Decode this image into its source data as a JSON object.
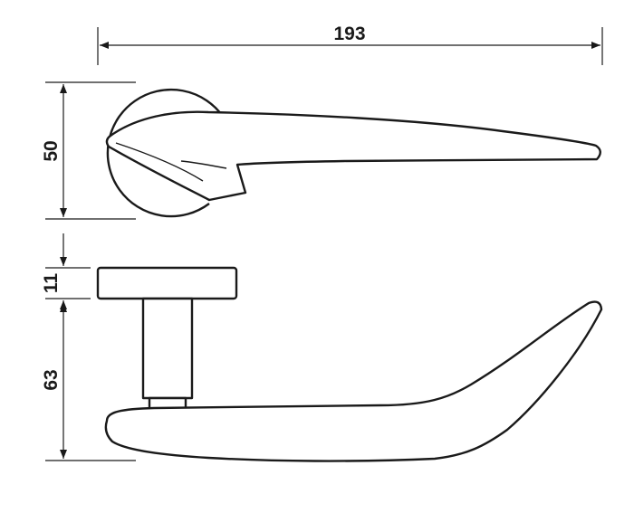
{
  "drawing": {
    "dimensions": {
      "overall_length": "193",
      "rose_diameter": "50",
      "rose_thickness": "11",
      "handle_height": "63"
    },
    "colors": {
      "line": "#1a1a1a",
      "fill": "#ffffff"
    }
  }
}
